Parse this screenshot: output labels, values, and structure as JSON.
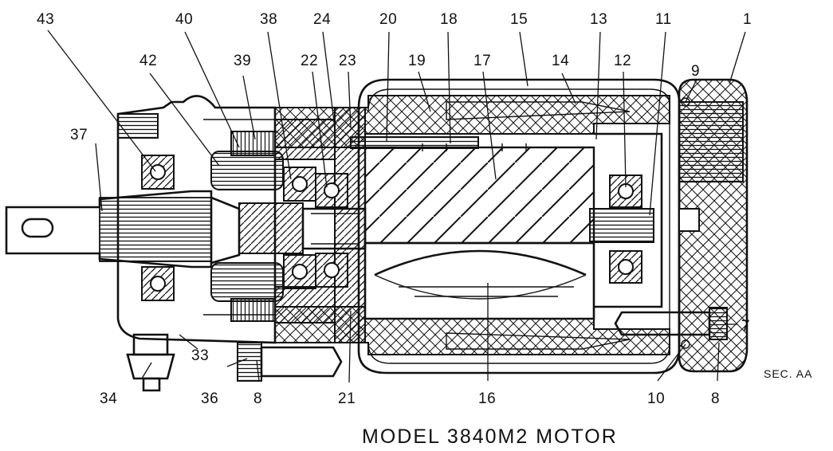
{
  "title": "MODEL 3840M2 MOTOR",
  "section_label": "SEC. AA",
  "callouts": [
    "43",
    "40",
    "38",
    "24",
    "20",
    "18",
    "15",
    "13",
    "11",
    "1",
    "42",
    "39",
    "22",
    "23",
    "19",
    "17",
    "14",
    "12",
    "9",
    "37",
    "7",
    "33",
    "34",
    "36",
    "8",
    "21",
    "16",
    "10",
    "8"
  ],
  "colors": {
    "ink": "#111111",
    "paper": "#ffffff"
  }
}
